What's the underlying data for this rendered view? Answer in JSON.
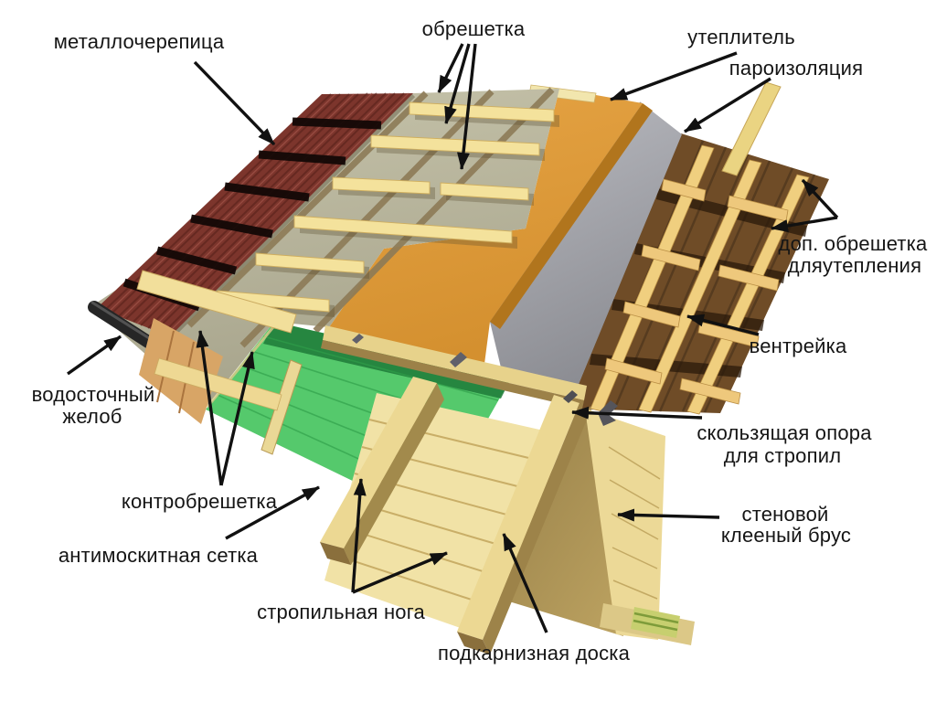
{
  "diagram": {
    "type": "roof-construction-cutaway",
    "labels": {
      "metal_tile": "металлочерепица",
      "battens": "обрешетка",
      "insulation": "утеплитель",
      "vapor_barrier": "пароизоляция",
      "extra_battens_line1": "доп. обрешетка",
      "extra_battens_line2": "дляутепления",
      "vent_batten": "вентрейка",
      "sliding_support_line1": "скользящая опора",
      "sliding_support_line2": "для стропил",
      "wall_glulam_line1": "стеновой",
      "wall_glulam_line2": "клееный брус",
      "gutter_line1": "водосточный",
      "gutter_line2": "желоб",
      "counter_battens": "контробрешетка",
      "mosquito_mesh": "антимоскитная сетка",
      "rafter_leg": "стропильная нога",
      "eave_board": "подкарнизная доска"
    },
    "palette": {
      "background": "#ffffff",
      "metal_tile": "#7c352c",
      "tile_joint": "#130806",
      "gutter": "#262626",
      "membrane": "#b8b59d",
      "batten": "#f4e29c",
      "counter_batten": "#8d7b57",
      "insulation": "#e09b3d",
      "vapor_barrier": "#a2a3a9",
      "inner_planks": "#6f4c27",
      "grid_batten": "#f0cf7f",
      "mosquito_green": "#55c96c",
      "rafter_wood": "#ecd893",
      "glulam_wall": "#ead895",
      "arrow": "#111111"
    }
  }
}
